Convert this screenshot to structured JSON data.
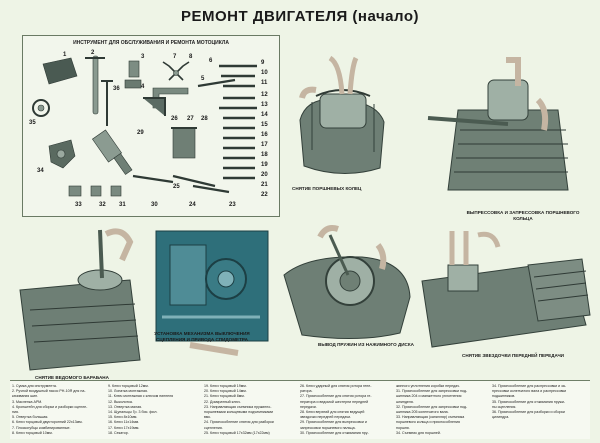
{
  "title": "РЕМОНТ ДВИГАТЕЛЯ (начало)",
  "toolbox": {
    "title": "ИНСТРУМЕНТ ДЛЯ ОБСЛУЖИВАНИЯ И РЕМОНТА МОТОЦИКЛА",
    "numbers": [
      "1",
      "2",
      "3",
      "4",
      "5",
      "6",
      "7",
      "8",
      "9",
      "10",
      "11",
      "12",
      "13",
      "14",
      "15",
      "16",
      "17",
      "18",
      "19",
      "20",
      "21",
      "22",
      "23",
      "24",
      "25",
      "26",
      "27",
      "28",
      "29",
      "30",
      "31",
      "32",
      "33",
      "34",
      "35",
      "36"
    ]
  },
  "captions": {
    "piston_rings": "СНЯТИЕ ПОРШНЕВЫХ КОЛЕЦ",
    "pin": "ВЫПРЕССОВКА И ЗАПРЕССОВКА ПОРШНЕВОГО КОЛЬЦА",
    "drum": "СНЯТИЕ ВЕДОМОГО БАРАБАНА",
    "mechanism": "УСТАНОВКА МЕХАНИЗМА ВЫКЛЮЧЕНИЯ СЦЕПЛЕНИЯ И ПРИВОДА СПИДОМЕТРА",
    "springs": "ВЫВОД ПРУЖИН ИЗ НАЖИМНОГО ДИСКА",
    "sprocket": "СНЯТИЕ ЗВЕЗДОЧКИ ПЕРЕДНЕЙ ПЕРЕДАЧИ"
  },
  "legend": [
    [
      "1. Сумка для инструмента.",
      "2. Ручной воздушный насос РН-10Я для на-",
      "качивания шин.",
      "3. Масленка АРМ.",
      "4. Кронштейн для сборки и разборки сцепле-",
      "ния.",
      "5. Отвертка большая.",
      "6. Ключ торцовый двусторонний 22х13мм.",
      "7. Плоскогубцы комбинированные.",
      "8. Ключ торцовый 10мм."
    ],
    [
      "9. Ключ торцовый 12мм.",
      "10. Лопатка монтажная.",
      "11. Ключ монтажная с ключом ниппеля",
      "12. Выколотка.",
      "13. Отвертка малая.",
      "14. Щупальцы Гр. 3 бис. фил.",
      "15. Ключ 8х10мм.",
      "16. Ключ 11х14мм.",
      "17. Ключ 17х19мм.",
      "18. Секатор."
    ],
    [
      "19. Ключ торцовый 19мм.",
      "20. Ключ торцовый 14мм.",
      "21. Ключ торцовый 8мм.",
      "22. Домкратный ключ.",
      "23. Направляющая съемника пружинно-",
      "поршневыми кольцевыми подъемниками",
      "вмс.",
      "24. Приспособление снятия для разборки",
      "сцепления.",
      "25. Ключ торцовый 17х32мм (17х22мм)"
    ],
    [
      "26. Ключ ударный для снятия ротора гене-",
      "ратора.",
      "27. Приспособление для снятия ротора ге-",
      "нератора и ведомой шестерни передней",
      "передачи.",
      "28. Ключ верхний для снятия ведущей",
      "звездочки передней передачи.",
      "29. Приспособление для выпрессовки и",
      "запрессовки поршневого пальца.",
      "30. Приспособление для отжимания пру-"
    ],
    [
      "жинного уплотнения коробки передач.",
      "31. Приспособление для запрессовки под-",
      "шипника 204 и манжетного уплотнения",
      "шпинделя.",
      "32. Приспособление для запрессовки под-",
      "шипника 205 коленчатого вала.",
      "33. Направляющая (капилляр) съемника",
      "поршневого кольца и приспособления",
      "поршня.",
      "34. Съемник для поршней."
    ],
    [
      "34. Приспособление для распрессовки и за-",
      "прессовки коленчатого вала и распрессовки",
      "подшипников.",
      "35. Приспособление для отжимания пружи-",
      "ны сцепления.",
      "36. Приспособление для разборки и сборки",
      "цилиндра.",
      "",
      "",
      ""
    ]
  ]
}
